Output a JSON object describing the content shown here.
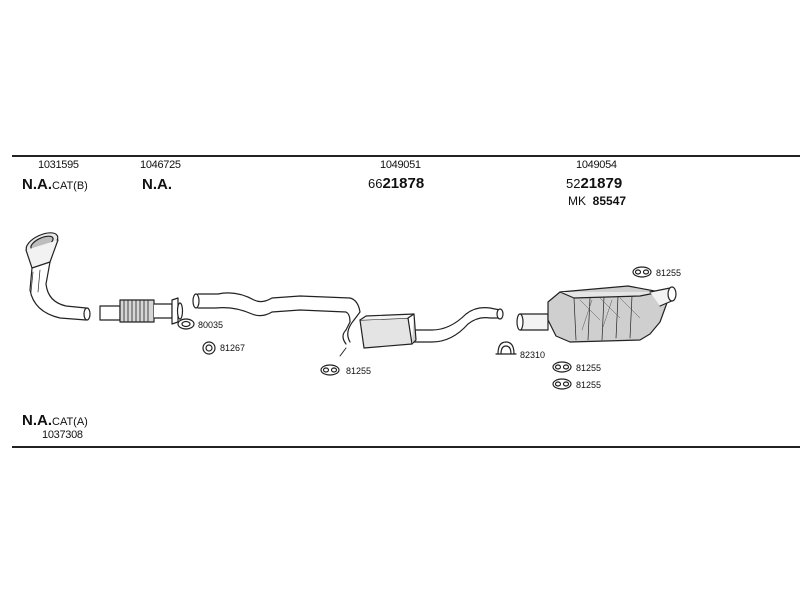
{
  "top_labels": {
    "col1": {
      "part_number": "1031595",
      "desc_bold": "N.A.",
      "desc_suffix": "CAT(B)"
    },
    "col2": {
      "part_number": "1046725",
      "desc_bold": "N.A."
    },
    "col3": {
      "part_number": "1049051",
      "code_prefix": "66",
      "code_main": "21878"
    },
    "col4": {
      "part_number": "1049054",
      "code_prefix": "52",
      "code_main": "21879",
      "mk_prefix": "MK",
      "mk_number": "85547"
    }
  },
  "part_callouts": {
    "gasket_1": "80035",
    "ring_1": "81267",
    "hanger_mid": "81255",
    "clamp": "82310",
    "hanger_rear_top": "81255",
    "hanger_rear_1": "81255",
    "hanger_rear_2": "81255"
  },
  "bottom_label": {
    "desc_bold": "N.A.",
    "desc_suffix": "CAT(A)",
    "part_number": "1037308"
  }
}
